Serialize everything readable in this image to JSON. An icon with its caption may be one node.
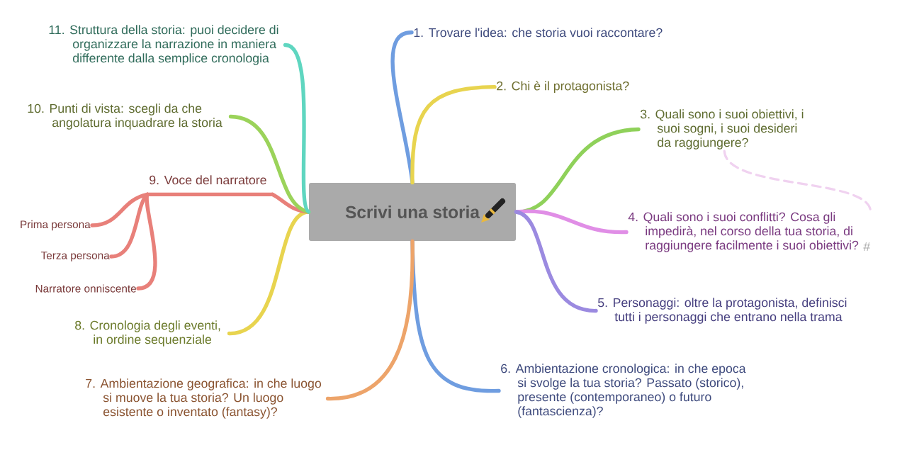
{
  "diagram": {
    "nodes": [
      {
        "text": [
          "Scrivi una storia"
        ]
      },
      {
        "text": [
          "1. Trovare l'idea: che storia vuoi raccontare?"
        ]
      },
      {
        "text": [
          "2. Chi è il protagonista?"
        ]
      },
      {
        "text": [
          "3. Quali sono i suoi obiettivi, i suoi sogni, i suoi desideri da raggiungere?"
        ]
      },
      {
        "text": [
          "4. Quali sono i suoi conflitti? Cosa gli impedirà, nel corso della tua storia, di raggiungere facilmente i suoi obiettivi?"
        ],
        "beside": [
          "#"
        ]
      },
      {
        "text": [
          "5. Personaggi: oltre la protagonista, definisci tutti i personaggi che entrano nella trama"
        ]
      },
      {
        "text": [
          "6. Ambientazione cronologica: in che epoca si svolge la tua storia? Passato (storico), presente (contemporaneo) o futuro (fantascienza)?"
        ]
      },
      {
        "text": [
          "7. Ambientazione geografica: in che luogo si muove la tua storia? Un luogo esistente o inventato (fantasy)?"
        ]
      },
      {
        "text": [
          "8. Cronologia degli eventi, in ordine sequenziale"
        ]
      },
      {
        "text": [
          "9. Voce del narratore"
        ]
      },
      {
        "text": [
          "10. Punti di vista: scegli da che angolatura inquadrare la storia"
        ]
      },
      {
        "text": [
          "11. Struttura della storia: puoi decidere di organizzare la narrazione in maniera differente dalla semplice cronologia"
        ]
      },
      {
        "text": [
          "Prima persona"
        ]
      },
      {
        "text": [
          "Terza persona"
        ]
      },
      {
        "text": [
          "Narratore onniscente"
        ]
      }
    ],
    "edges": [
      {
        "from": 0,
        "to": 1,
        "arrow": "none",
        "color": "#6f9de0"
      },
      {
        "from": 0,
        "to": 2,
        "arrow": "none",
        "color": "#e8d44f"
      },
      {
        "from": 0,
        "to": 3,
        "arrow": "none",
        "color": "#8fd15a"
      },
      {
        "from": 0,
        "to": 4,
        "arrow": "none",
        "color": "#e08ee6"
      },
      {
        "from": 0,
        "to": 5,
        "arrow": "none",
        "color": "#9b8ae0"
      },
      {
        "from": 0,
        "to": 6,
        "arrow": "none",
        "color": "#6f9de0"
      },
      {
        "from": 0,
        "to": 7,
        "arrow": "none",
        "color": "#eda46a"
      },
      {
        "from": 0,
        "to": 8,
        "arrow": "none",
        "color": "#e8d44f"
      },
      {
        "from": 0,
        "to": 9,
        "arrow": "none",
        "color": "#e8807a"
      },
      {
        "from": 0,
        "to": 10,
        "arrow": "none",
        "color": "#9bd35a"
      },
      {
        "from": 0,
        "to": 11,
        "arrow": "none",
        "color": "#5fd6c0"
      },
      {
        "from": 9,
        "to": 12,
        "arrow": "none",
        "color": "#e8807a"
      },
      {
        "from": 9,
        "to": 13,
        "arrow": "none",
        "color": "#e8807a"
      },
      {
        "from": 9,
        "to": 14,
        "arrow": "none",
        "color": "#e8807a"
      },
      {
        "from": 3,
        "to": 4,
        "arrow": "none",
        "style": "dashed",
        "color": "#f0d2f0"
      }
    ]
  }
}
